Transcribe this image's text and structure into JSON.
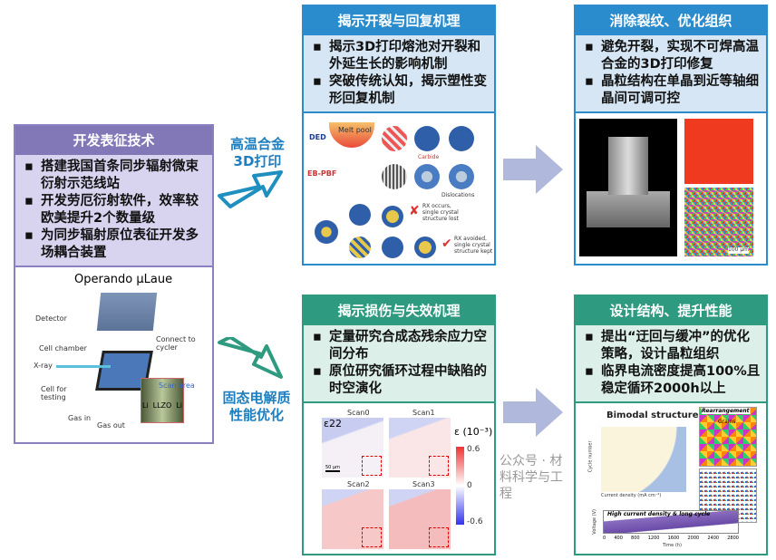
{
  "left": {
    "title": "开发表征技术",
    "bullets": [
      "搭建我国首条同步辐射微束衍射示范线站",
      "开发劳厄衍射软件，效率较欧美提升2个数量级",
      "为同步辐射原位表征开发多场耦合装置"
    ],
    "figure": {
      "title": "Operando μLaue",
      "labels": [
        "Detector",
        "Cell chamber",
        "Connect to cycler",
        "X-ray",
        "Cell for testing",
        "Gas in",
        "Gas out",
        "Scan area",
        "Li",
        "LLZO",
        "Li"
      ]
    }
  },
  "arrows": {
    "top_label": "高温合金 3D打印",
    "bottom_label": "固态电解质 性能优化"
  },
  "top_mid": {
    "title": "揭示开裂与回复机理",
    "bullets": [
      "揭示3D打印熔池对开裂和外延生长的影响机制",
      "突破传统认知，揭示塑性变形回复机制"
    ],
    "figure": {
      "labels": [
        "DED",
        "EB-PBF",
        "Melt pool",
        "Carbide",
        "RX occurs, single crystal structure lost",
        "RX avoided, single crystal structure kept",
        "Dislocations"
      ]
    }
  },
  "top_right": {
    "title": "消除裂纹、优化组织",
    "bullets": [
      "避免开裂，实现不可焊高温合金的3D打印修复",
      "晶粒结构在单晶到近等轴细晶间可调可控"
    ],
    "figure": {
      "labels": [
        "100 μm"
      ]
    }
  },
  "bot_mid": {
    "title": "揭示损伤与失效机理",
    "bullets": [
      "定量研究合成态残余应力空间分布",
      "原位研究循环过程中缺陷的时空演化"
    ],
    "figure": {
      "scans": [
        "Scan0",
        "Scan1",
        "Scan2",
        "Scan3"
      ],
      "symbol": "ε22",
      "colorbar_title": "ε (10⁻³)",
      "colorbar_ticks": [
        "0.6",
        "0",
        "-0.6"
      ],
      "scale": "50 μm"
    }
  },
  "bot_right": {
    "title": "设计结构、提升性能",
    "bullets": [
      "提出“迂回与缓冲”的优化策略，设计晶粒组织",
      "临界电流密度提高100%且稳定循环2000h以上"
    ],
    "figure": {
      "title": "Bimodal structure",
      "rearrangement": "Rearrangement",
      "grains": "Grains",
      "xlabel": "Current density (mA cm⁻²)",
      "ylabel": "Cycle number",
      "plot2_title": "High current density & long cycle",
      "plot2_xlabel": "Time (h)",
      "plot2_ylabel": "Voltage (V)",
      "plot2_xticks": [
        "0",
        "400",
        "800",
        "1200",
        "1600",
        "2000",
        "2400",
        "2800"
      ]
    }
  },
  "watermark": "公众号 · 材料科学与工程",
  "colors": {
    "purple": "#8278b8",
    "blue": "#2a8ccc",
    "green": "#2e9a80",
    "arrow": "#b0b8dc"
  }
}
